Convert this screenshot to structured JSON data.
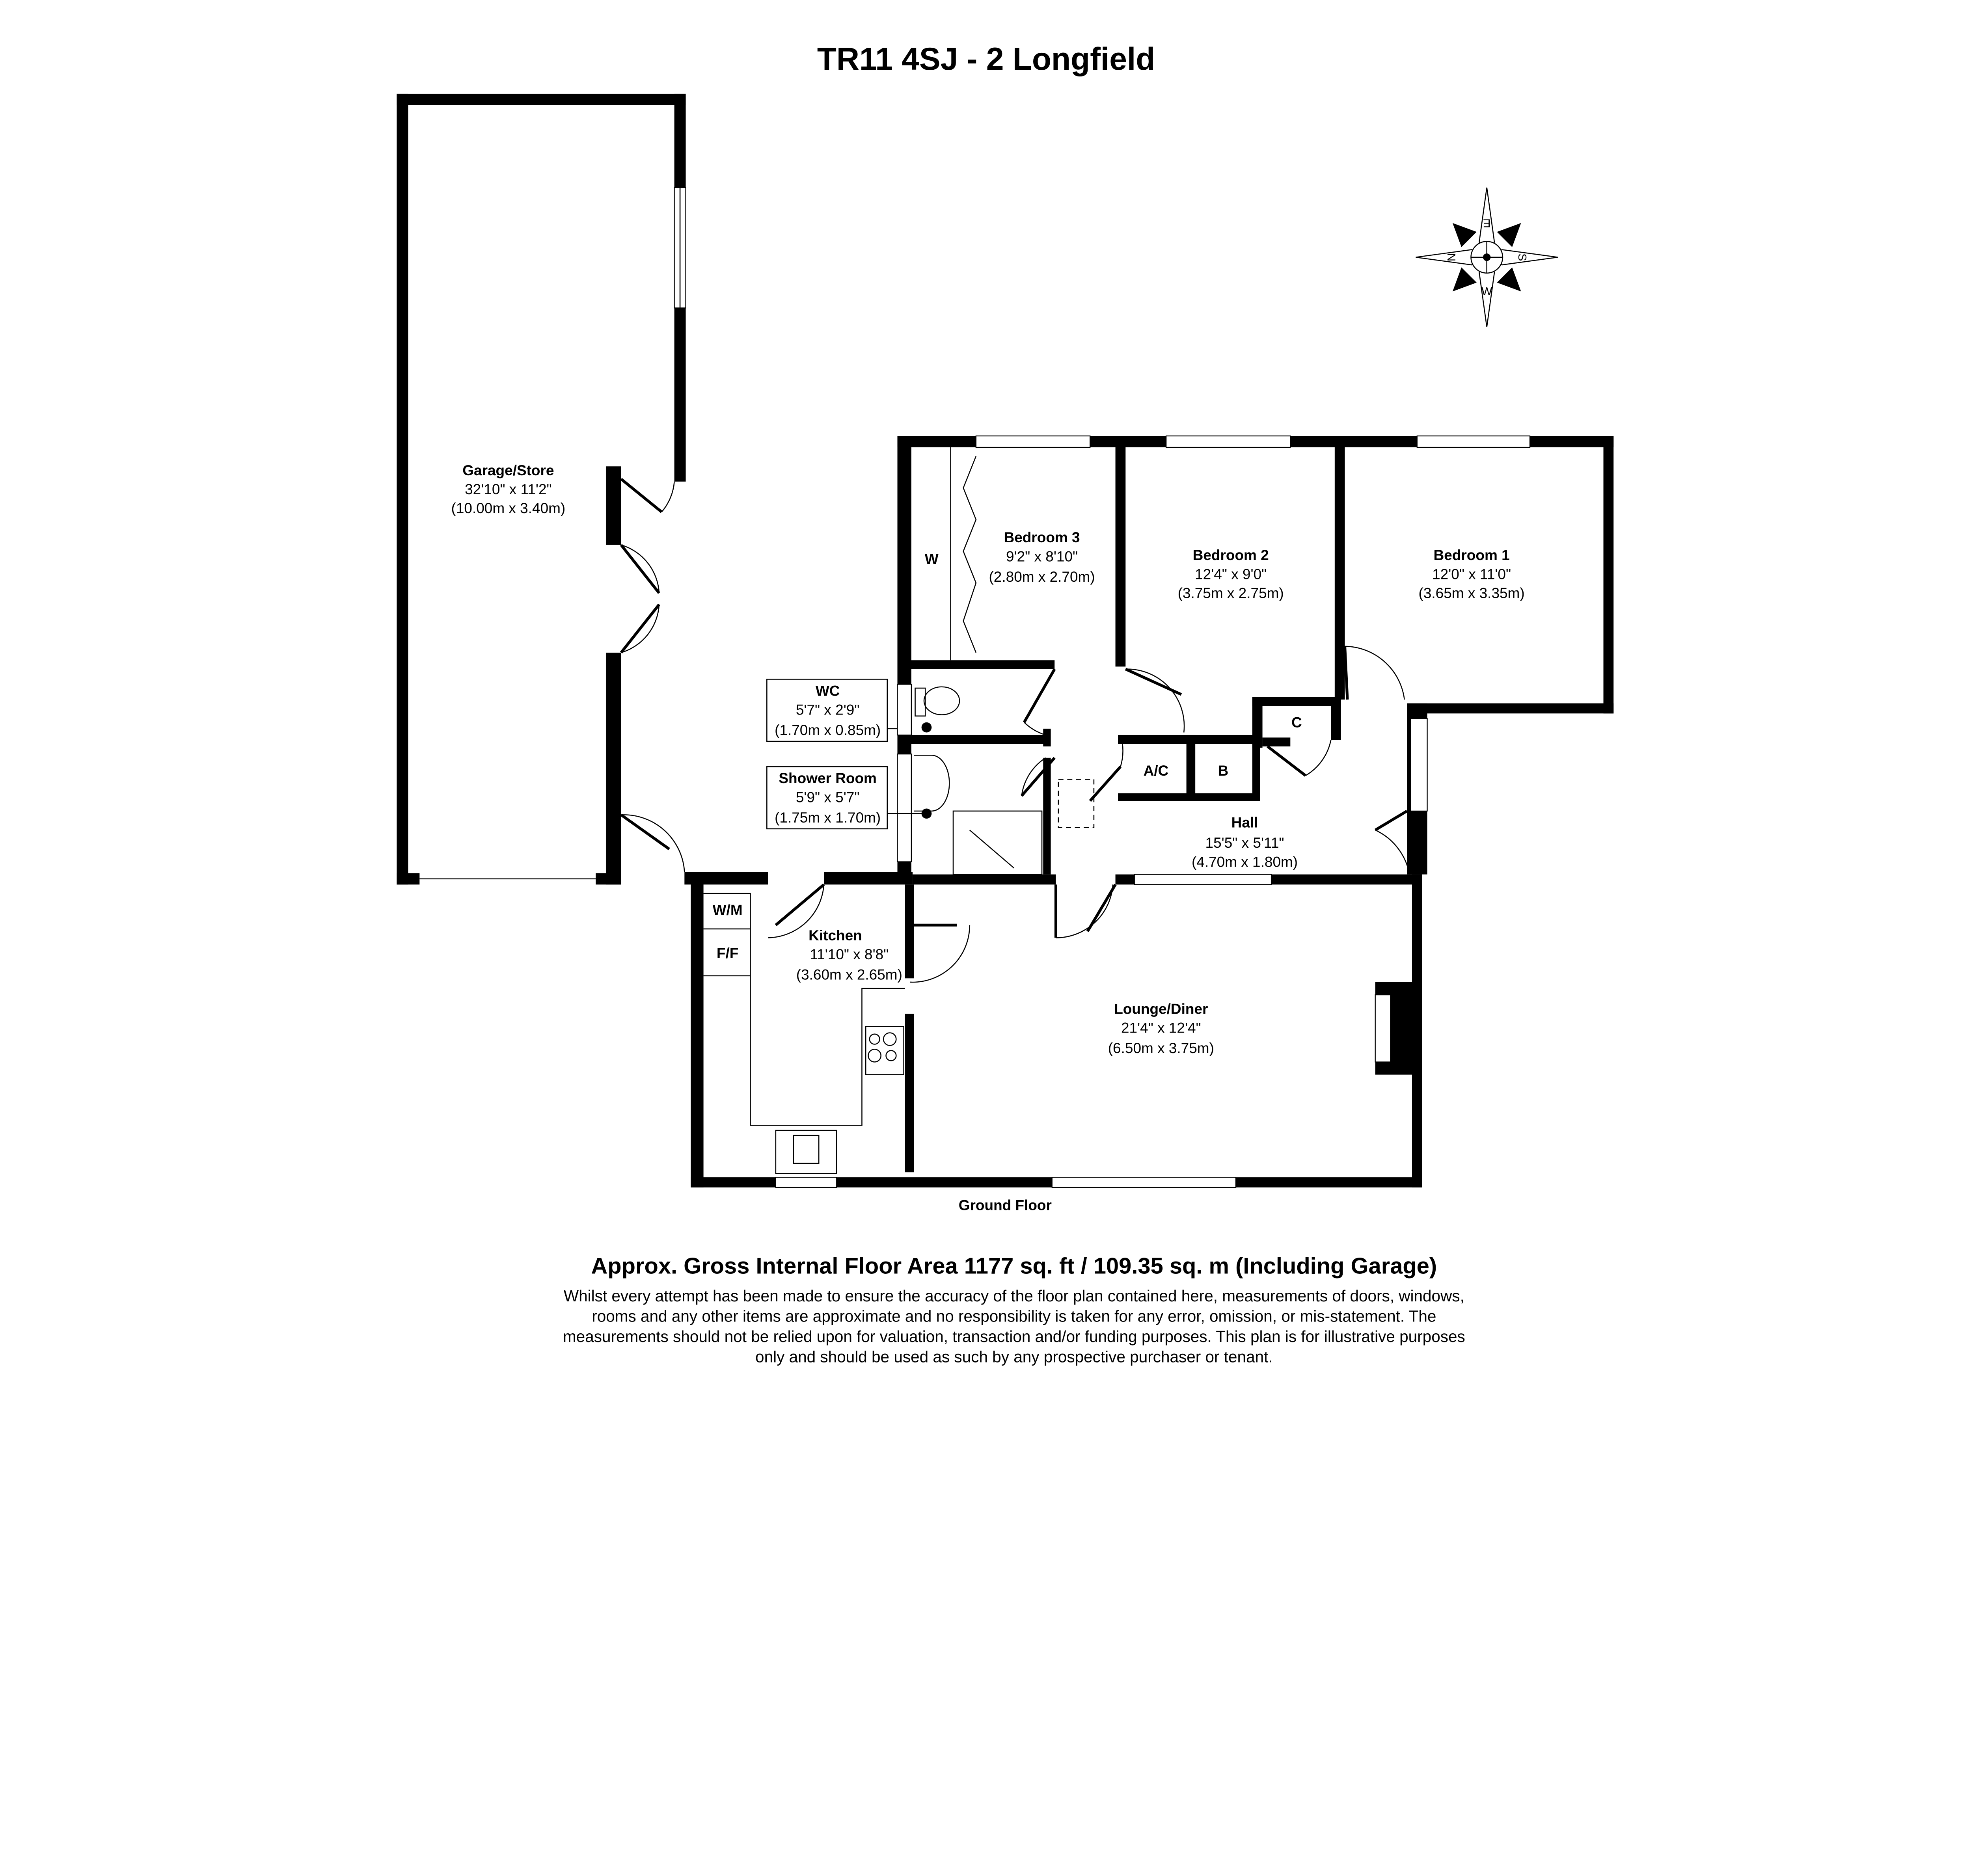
{
  "title": "TR11 4SJ - 2 Longfield",
  "floor_label": "Ground Floor",
  "rooms": {
    "garage": {
      "name": "Garage/Store",
      "imperial": "32'10\" x 11'2\"",
      "metric": "(10.00m x 3.40m)"
    },
    "bedroom3": {
      "name": "Bedroom 3",
      "imperial": "9'2\" x 8'10\"",
      "metric": "(2.80m x 2.70m)"
    },
    "bedroom2": {
      "name": "Bedroom 2",
      "imperial": "12'4\" x 9'0\"",
      "metric": "(3.75m x 2.75m)"
    },
    "bedroom1": {
      "name": "Bedroom 1",
      "imperial": "12'0\" x 11'0\"",
      "metric": "(3.65m x 3.35m)"
    },
    "wc": {
      "name": "WC",
      "imperial": "5'7\" x 2'9\"",
      "metric": "(1.70m x 0.85m)"
    },
    "shower": {
      "name": "Shower Room",
      "imperial": "5'9\" x 5'7\"",
      "metric": "(1.75m x 1.70m)"
    },
    "hall": {
      "name": "Hall",
      "imperial": "15'5\" x 5'11\"",
      "metric": "(4.70m x 1.80m)"
    },
    "kitchen": {
      "name": "Kitchen",
      "imperial": "11'10\" x 8'8\"",
      "metric": "(3.60m x 2.65m)"
    },
    "lounge": {
      "name": "Lounge/Diner",
      "imperial": "21'4\" x 12'4\"",
      "metric": "(6.50m x 3.75m)"
    }
  },
  "fixtures": {
    "wardrobe": "W",
    "airing_cupboard": "A/C",
    "boiler": "B",
    "cupboard": "C",
    "washing_machine": "W/M",
    "fridge_freezer": "F/F"
  },
  "compass": {
    "top": "E",
    "bottom": "W",
    "left": "N",
    "right": "S"
  },
  "area_text": "Approx. Gross Internal Floor Area 1177 sq. ft / 109.35 sq. m (Including Garage)",
  "disclaimer": [
    "Whilst every attempt has been made to ensure the accuracy of the floor plan contained here, measurements of doors, windows,",
    "rooms and any other items are approximate and no responsibility is taken for any error, omission, or mis-statement. The",
    "measurements should not be relied upon for valuation, transaction and/or funding purposes. This plan is for illustrative purposes",
    "only and should be used as such by any prospective purchaser or tenant."
  ]
}
